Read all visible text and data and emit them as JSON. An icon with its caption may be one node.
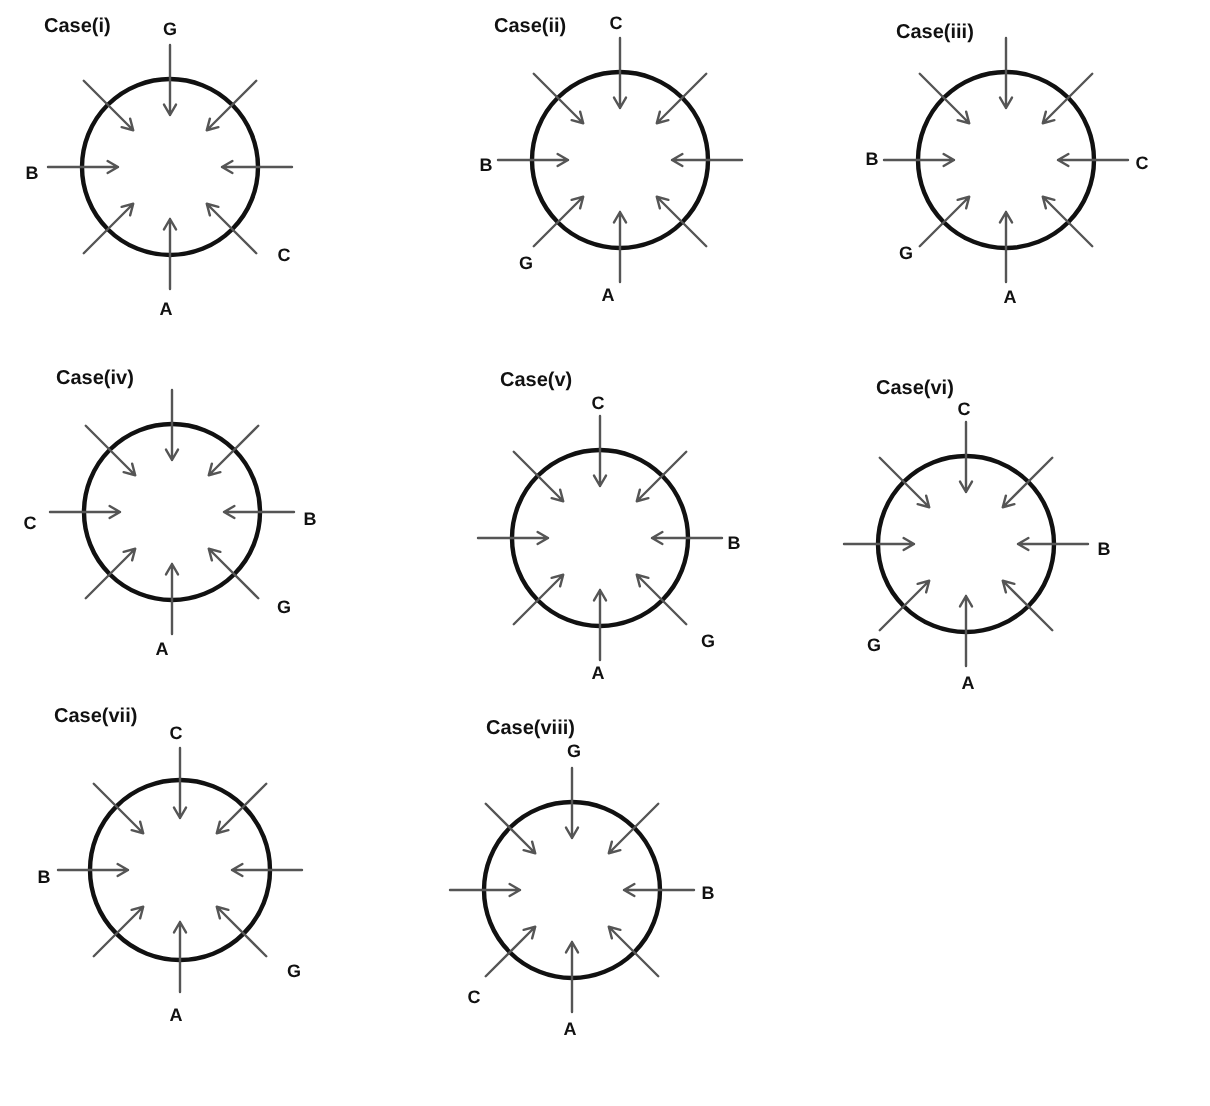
{
  "diagram": {
    "labels": [
      "Case(i)",
      "G",
      "B",
      "C",
      "A",
      "Case(ii)",
      "C",
      "B",
      "G",
      "A",
      "Case(iii)",
      "B",
      "C",
      "G",
      "A",
      "Case(iv)",
      "C",
      "B",
      "G",
      "A",
      "Case(v)",
      "C",
      "B",
      "G",
      "A",
      "Case(vi)",
      "C",
      "B",
      "G",
      "A",
      "Case(vii)",
      "C",
      "B",
      "G",
      "A",
      "Case(viii)",
      "G",
      "B",
      "C",
      "A"
    ]
  }
}
